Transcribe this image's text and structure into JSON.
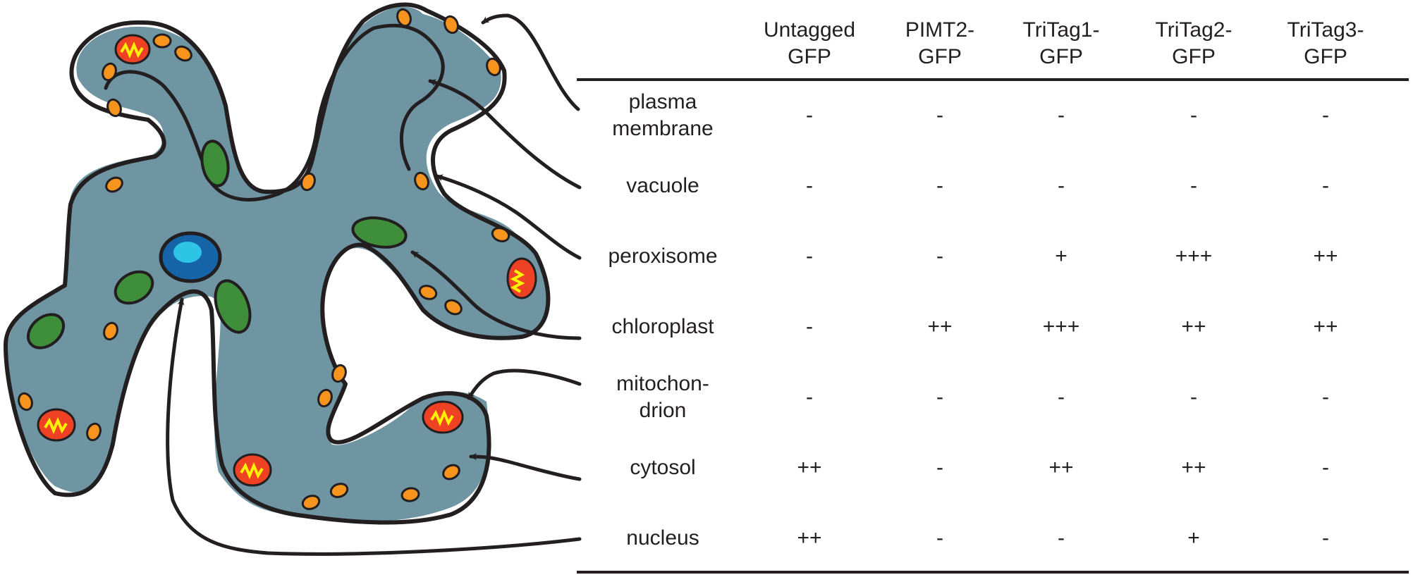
{
  "table": {
    "columns": [
      "Untagged\nGFP",
      "PIMT2-\nGFP",
      "TriTag1-\nGFP",
      "TriTag2-\nGFP",
      "TriTag3-\nGFP"
    ],
    "rows": [
      {
        "label": "plasma\nmembrane",
        "values": [
          "-",
          "-",
          "-",
          "-",
          "-"
        ]
      },
      {
        "label": "vacuole",
        "values": [
          "-",
          "-",
          "-",
          "-",
          "-"
        ]
      },
      {
        "label": "peroxisome",
        "values": [
          "-",
          "-",
          "+",
          "+++",
          "++"
        ]
      },
      {
        "label": "chloroplast",
        "values": [
          "-",
          "++",
          "+++",
          "++",
          "++"
        ]
      },
      {
        "label": "mitochon-\ndrion",
        "values": [
          "-",
          "-",
          "-",
          "-",
          "-"
        ]
      },
      {
        "label": "cytosol",
        "values": [
          "++",
          "-",
          "++",
          "++",
          "-"
        ]
      },
      {
        "label": "nucleus",
        "values": [
          "++",
          "-",
          "-",
          "+",
          "-"
        ]
      }
    ]
  },
  "colors": {
    "cytoplasm": "#6f95a2",
    "outline": "#231f20",
    "peroxisome": "#f7941d",
    "chloroplast": "#3e8e3a",
    "mitochondrion": "#ef4123",
    "mito_cristae": "#fff200",
    "nucleus": "#1565a8",
    "nucleolus": "#2ec4e6"
  }
}
